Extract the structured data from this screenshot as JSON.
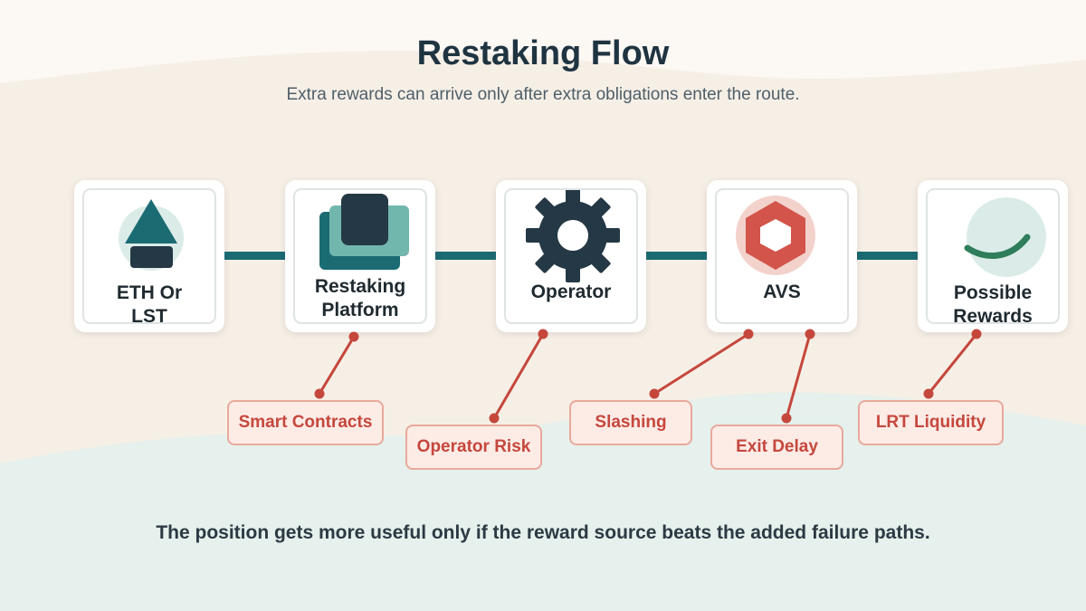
{
  "title": "Restaking Flow",
  "subtitle": "Extra rewards can arrive only after extra obligations enter the route.",
  "footer": "The position gets more useful only if the reward source beats the added failure paths.",
  "colors": {
    "teal": "#1b6b73",
    "dark": "#243845",
    "light_teal": "#72b7ad",
    "risk_red": "#c5473c",
    "reward_green": "#2e7d5b"
  },
  "nodes": [
    {
      "label_lines": [
        "ETH Or",
        "LST"
      ],
      "icon": "eth-lst-icon"
    },
    {
      "label_lines": [
        "Restaking",
        "Platform"
      ],
      "icon": "stacked-layers-icon"
    },
    {
      "label_lines": [
        "Operator"
      ],
      "icon": "gear-icon"
    },
    {
      "label_lines": [
        "AVS"
      ],
      "icon": "hexagon-icon"
    },
    {
      "label_lines": [
        "Possible",
        "Rewards"
      ],
      "icon": "smile-curve-icon"
    }
  ],
  "risks": [
    {
      "label": "Smart Contracts",
      "from_node": "Restaking Platform"
    },
    {
      "label": "Operator Risk",
      "from_node": "Operator"
    },
    {
      "label": "Slashing",
      "from_node": "AVS"
    },
    {
      "label": "Exit Delay",
      "from_node": "AVS"
    },
    {
      "label": "LRT Liquidity",
      "from_node": "Possible Rewards"
    }
  ]
}
